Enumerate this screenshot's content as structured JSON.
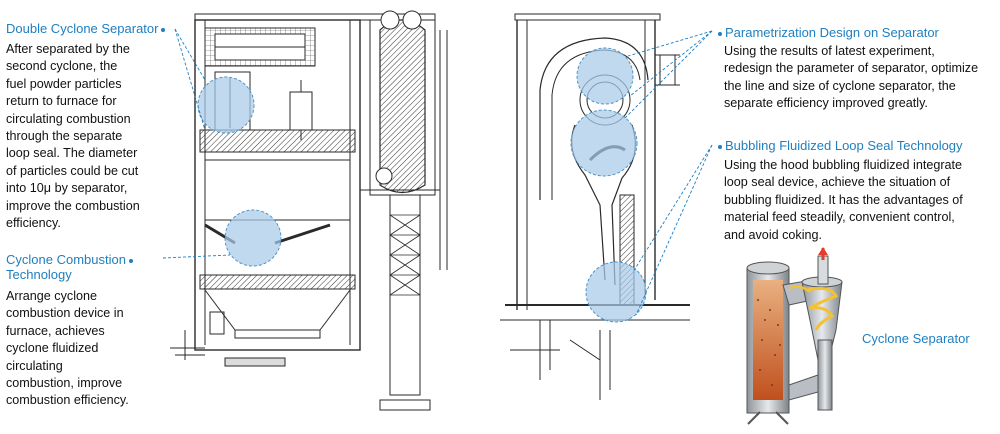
{
  "callouts": {
    "double_cyclone": {
      "title": "Double Cyclone Separator",
      "lines": [
        "After separated by the",
        "second cyclone, the",
        "fuel powder particles",
        "return to furnace for",
        "circulating combustion",
        "through the separate",
        "loop seal. The diameter",
        "of particles could be cut",
        "into 10μ by separator,",
        "improve the combustion",
        "efficiency."
      ]
    },
    "cyclone_combustion": {
      "title_lines": [
        "Cyclone Combustion",
        "Technology"
      ],
      "lines": [
        "Arrange cyclone",
        "combustion device in",
        "furnace, achieves",
        "cyclone fluidized",
        "circulating",
        "combustion, improve",
        "combustion efficiency."
      ]
    },
    "parametrization": {
      "title": "Parametrization Design on Separator",
      "lines": [
        "Using the results of latest experiment,",
        "redesign the parameter of separator, optimize",
        "the line and size of cyclone separator, the",
        "separate efficiency improved greatly."
      ]
    },
    "bubbling": {
      "title": "Bubbling Fluidized Loop Seal Technology",
      "lines": [
        "Using the hood bubbling fluidized integrate",
        "loop seal device, achieve the situation of",
        "bubbling fluidized. It has the advantages of",
        "material feed steadily, convenient control,",
        "and avoid coking."
      ]
    },
    "cyclone_separator_label": "Cyclone Separator"
  },
  "colors": {
    "accent": "#1f7fc0",
    "highlight": "#a9cbe8",
    "line": "#2a2a2a"
  }
}
